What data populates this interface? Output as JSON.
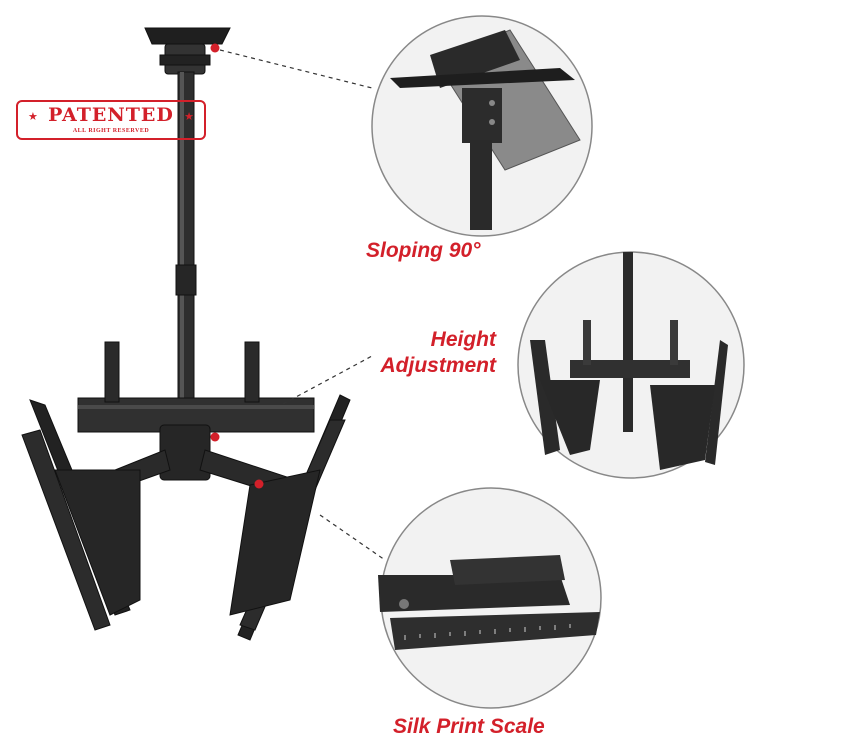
{
  "stamp": {
    "title": "PATENTED",
    "subtitle": "ALL RIGHT RESERVED",
    "star": "★"
  },
  "callouts": {
    "sloping": "Sloping 90°",
    "height_line1": "Height",
    "height_line2": "Adjustment",
    "scale": "Silk Print Scale"
  },
  "colors": {
    "accent": "#d3202a",
    "metal": "#2a2a2a",
    "circle_border": "#888888"
  }
}
